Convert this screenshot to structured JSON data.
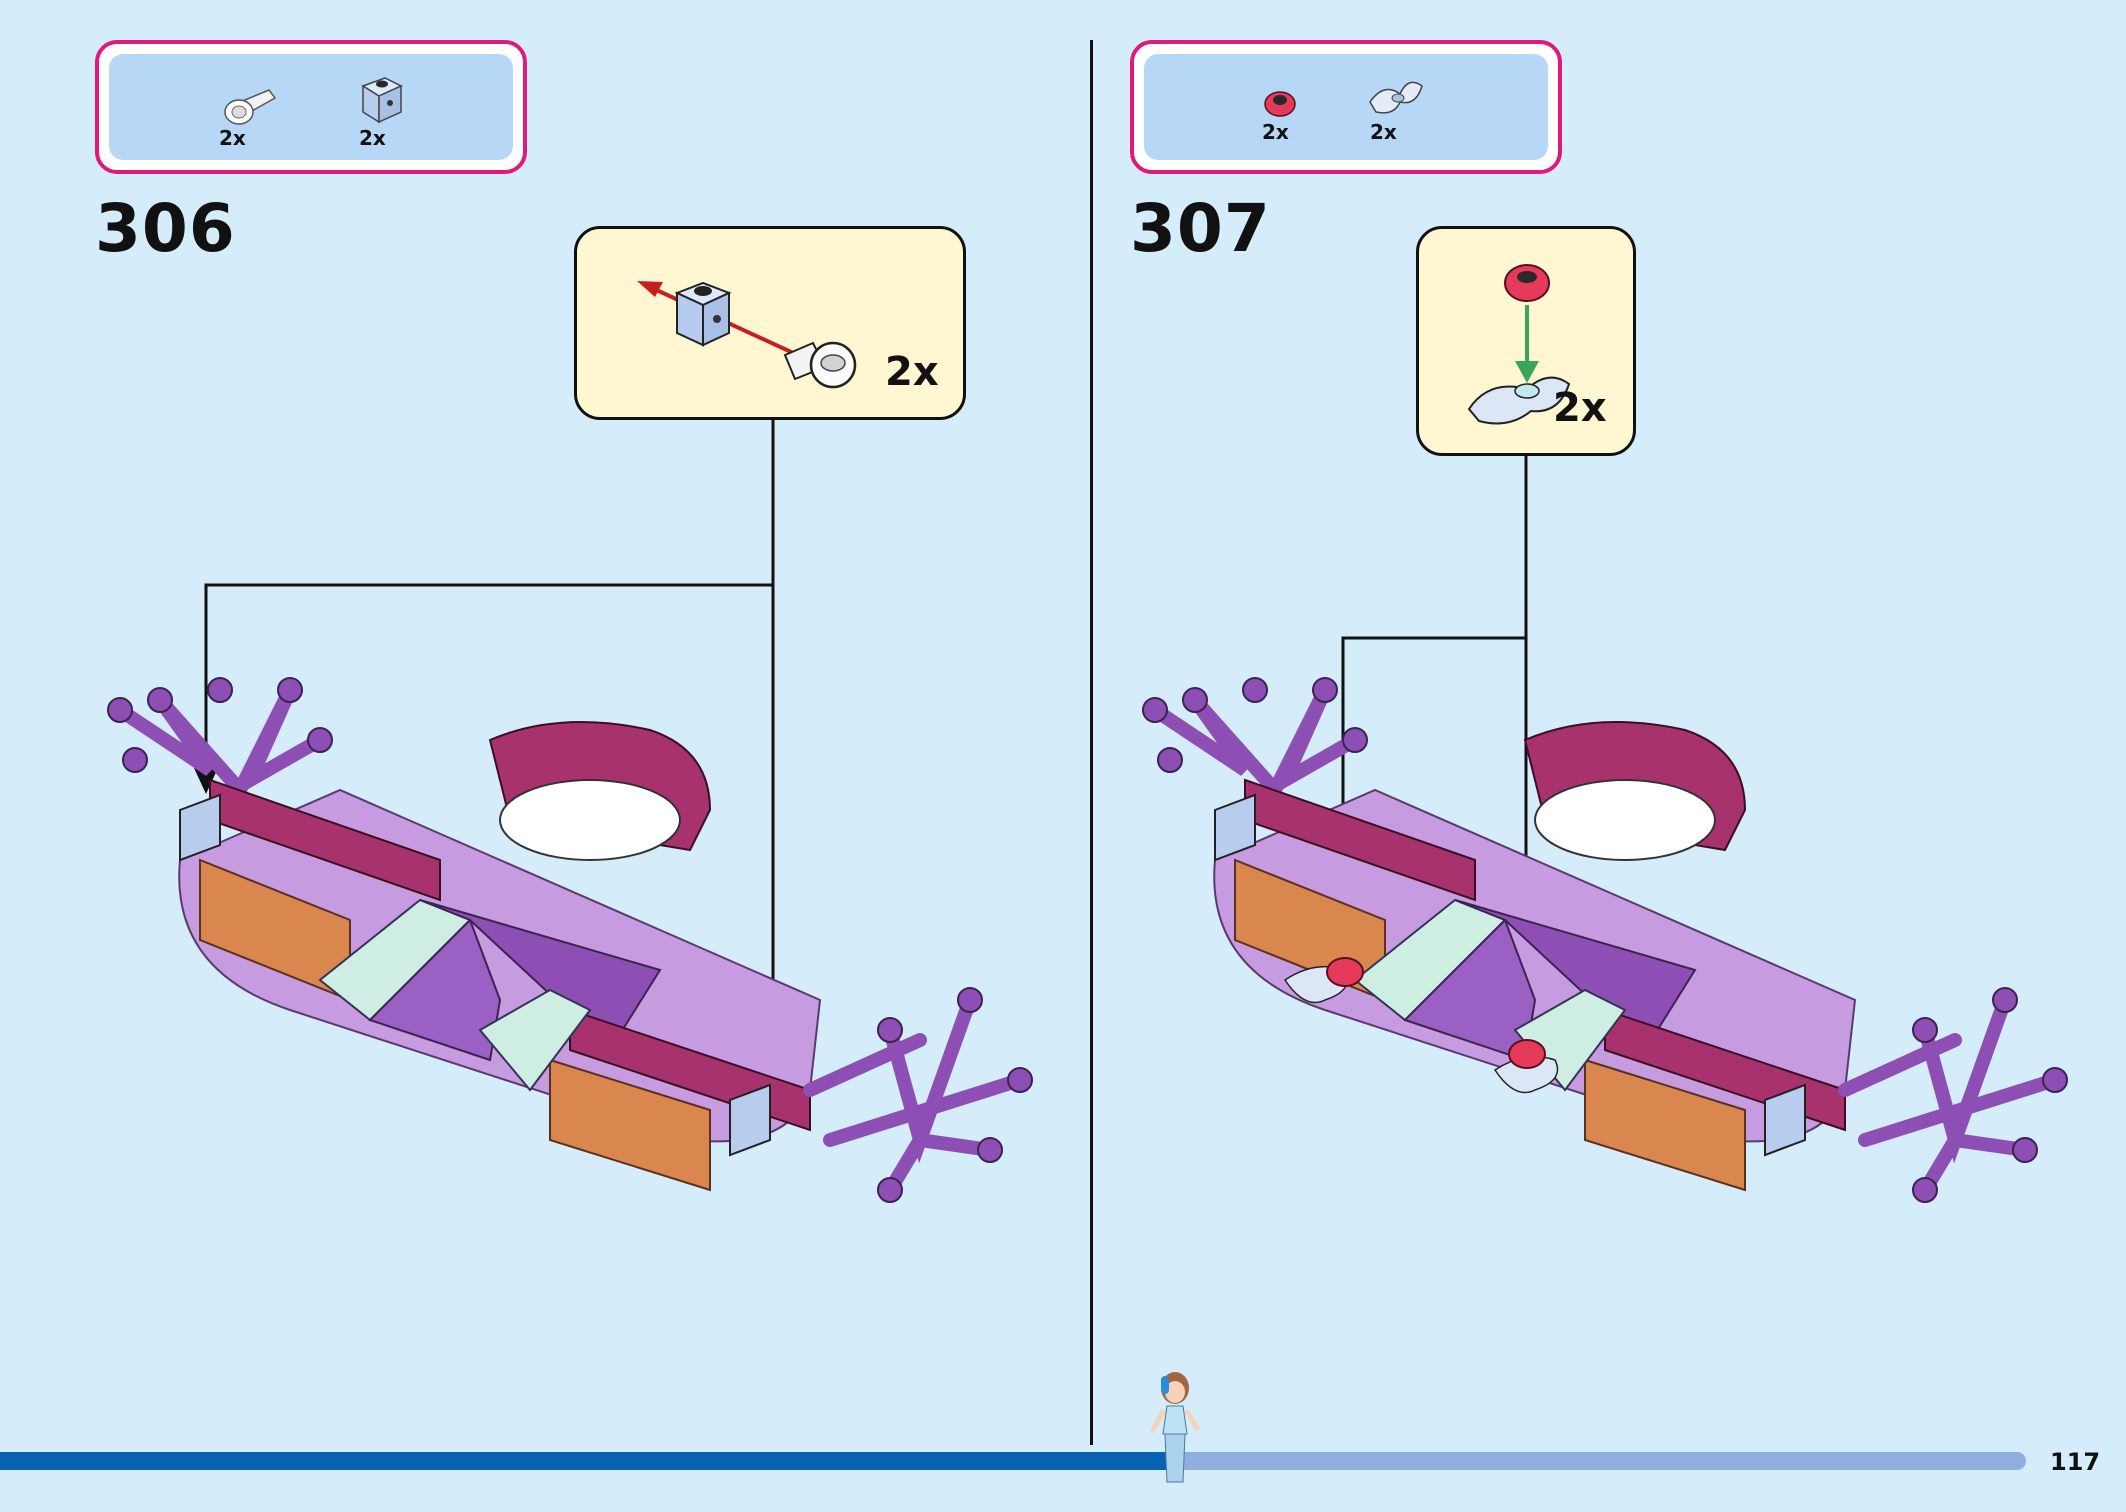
{
  "steps": [
    {
      "number": "306",
      "parts": [
        {
          "icon": "light-cover-piece-icon",
          "qty": "2x"
        },
        {
          "icon": "brick-with-hole-icon",
          "qty": "2x"
        }
      ],
      "callout_qty": "2x"
    },
    {
      "number": "307",
      "parts": [
        {
          "icon": "red-flower-stud-icon",
          "qty": "2x"
        },
        {
          "icon": "leaf-plate-icon",
          "qty": "2x"
        }
      ],
      "callout_qty": "2x"
    }
  ],
  "page_number": "117",
  "progress": 0.58,
  "colors": {
    "background": "#d5ecfb",
    "frame_pink": "#e0197a",
    "callout_yellow": "#fff7d2",
    "progress_dark": "#0a63b0",
    "progress_light": "#8fb0df",
    "lavender": "#c79be0",
    "purple": "#8e4fb4",
    "magenta": "#a8326e",
    "orange": "#d9864f",
    "mint": "#cfeee3"
  }
}
